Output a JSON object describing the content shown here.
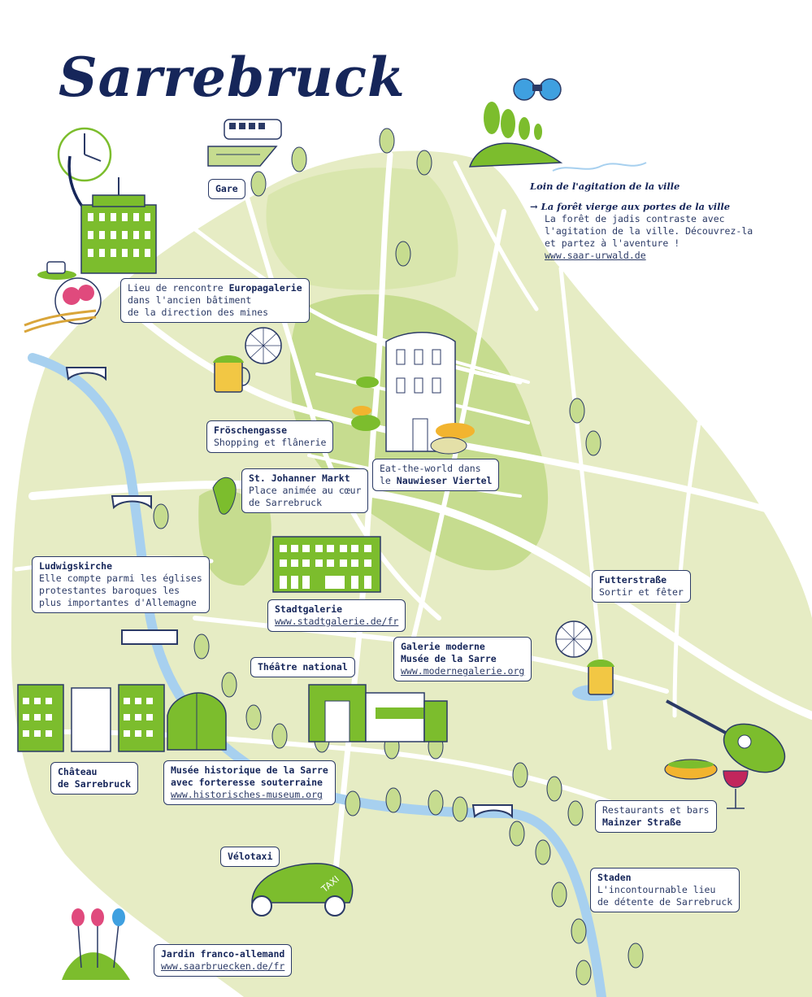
{
  "title": "Sarrebruck",
  "colors": {
    "map_bg": "#e6ecc4",
    "park": "#c6dc8f",
    "river": "#a7d0ef",
    "road": "#ffffff",
    "navy": "#16265a",
    "accent_green": "#7cbd2d"
  },
  "forest": {
    "heading": "Loin de l'agitation de la ville",
    "subheading": "La forêt vierge aux portes de la ville",
    "lines": [
      "La forêt de jadis contraste avec",
      "l'agitation de la ville. Découvrez-la",
      "et partez à l'aventure !"
    ],
    "url": "www.saar-urwald.de"
  },
  "labels": {
    "gare": "Gare",
    "europa": {
      "pre": "Lieu de rencontre ",
      "bold": "Europagalerie",
      "l2": "dans l'ancien bâtiment",
      "l3": "de la direction des mines"
    },
    "froschen": {
      "title": "Fröschengasse",
      "sub": "Shopping et flânerie"
    },
    "johanner": {
      "title": "St. Johanner Markt",
      "l2": "Place animée au cœur",
      "l3": "de Sarrebruck"
    },
    "nauwieser": {
      "l1": "Eat-the-world dans",
      "pre": "le ",
      "bold": "Nauwieser Viertel"
    },
    "ludwig": {
      "title": "Ludwigskirche",
      "l2": "Elle compte parmi les églises",
      "l3": "protestantes baroques les",
      "l4": "plus importantes d'Allemagne"
    },
    "stadtgalerie": {
      "title": "Stadtgalerie",
      "url": "www.stadtgalerie.de/fr"
    },
    "futter": {
      "title": "Futterstraße",
      "sub": "Sortir et fêter"
    },
    "galerie": {
      "l1": "Galerie moderne",
      "l2": "Musée de la Sarre",
      "url": "www.modernegalerie.org"
    },
    "theatre": "Théâtre national",
    "chateau": {
      "l1": "Château",
      "l2": "de Sarrebruck"
    },
    "musee": {
      "l1": "Musée historique de la Sarre",
      "l2": "avec forteresse souterraine",
      "url": "www.historisches-museum.org"
    },
    "restaurants": {
      "l1": "Restaurants et bars",
      "l2": "Mainzer Straße"
    },
    "velotaxi": "Vélotaxi",
    "taxi_sign": "TAXI",
    "staden": {
      "title": "Staden",
      "l2": "L'incontournable lieu",
      "l3": "de détente de Sarrebruck"
    },
    "jardin": {
      "title": "Jardin franco-allemand",
      "url": "www.saarbruecken.de/fr"
    }
  }
}
